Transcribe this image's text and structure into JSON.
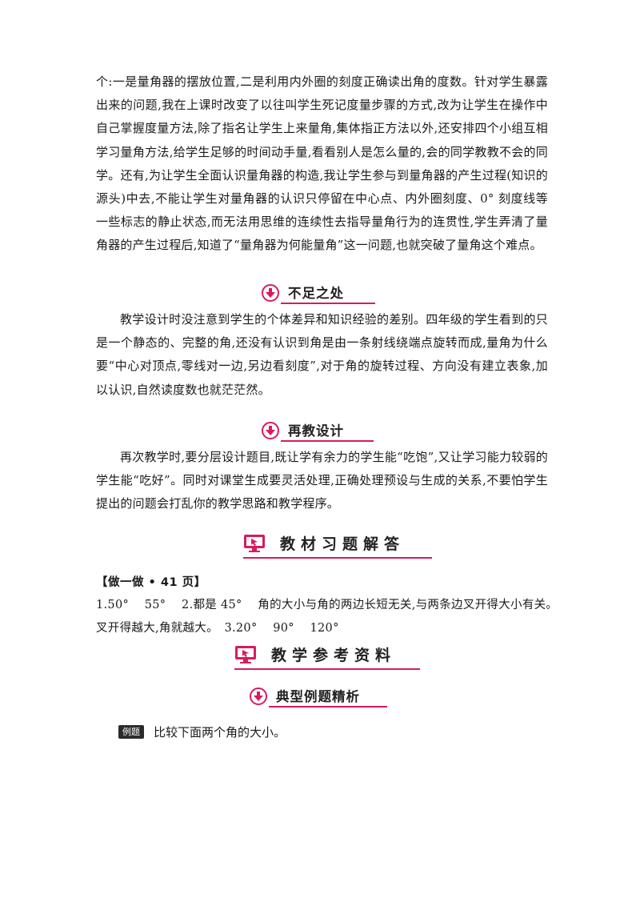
{
  "paragraphs": {
    "intro": "个:一是量角器的摆放位置,二是利用内外圈的刻度正确读出角的度数。针对学生暴露出来的问题,我在上课时改变了以往叫学生死记度量步骤的方式,改为让学生在操作中自己掌握度量方法,除了指名让学生上来量角,集体指正方法以外,还安排四个小组互相学习量角方法,给学生足够的时间动手量,看看别人是怎么量的,会的同学教教不会的同学。还有,为让学生全面认识量角器的构造,我让学生参与到量角器的产生过程(知识的源头)中去,不能让学生对量角器的认识只停留在中心点、内外圈刻度、0° 刻度线等一些标志的静止状态,而无法用思维的连续性去指导量角行为的连贯性,学生弄清了量角器的产生过程后,知道了“量角器为何能量角”这一问题,也就突破了量角这个难点。",
    "shortcomings": "教学设计时没注意到学生的个体差异和知识经验的差别。四年级的学生看到的只是一个静态的、完整的角,还没有认识到角是由一条射线绕端点旋转而成,量角为什么要“中心对顶点,零线对一边,另边看刻度”,对于角的旋转过程、方向没有建立表象,加以认识,自然读度数也就茫茫然。",
    "redesign": "再次教学时,要分层设计题目,既让学有余力的学生能“吃饱”,又让学习能力较弱的学生能“吃好”。同时对课堂生成要灵活处理,正确处理预设与生成的关系,不要怕学生提出的问题会打乱你的教学思路和教学程序。"
  },
  "sections": {
    "shortcomings_title": "不足之处",
    "redesign_title": "再教设计",
    "textbook_answers_title": "教材习题解答",
    "reference_title": "教学参考资料",
    "examples_title": "典型例题精析"
  },
  "answers": {
    "heading": "【做一做 • 41 页】",
    "body": "1.50°　 55°　 2.都是 45°　 角的大小与角的两边长短无关,与两条边叉开得大小有关。叉开得越大,角就越大。　3.20°　 90°　 120°"
  },
  "example": {
    "badge": "例题",
    "text": "比较下面两个角的大小。"
  },
  "colors": {
    "accent": "#d81b60",
    "accent_light": "#f4a6c4"
  },
  "icons": {
    "section_small": "down-arrow-circle-icon",
    "section_big": "monitor-cursor-icon"
  }
}
